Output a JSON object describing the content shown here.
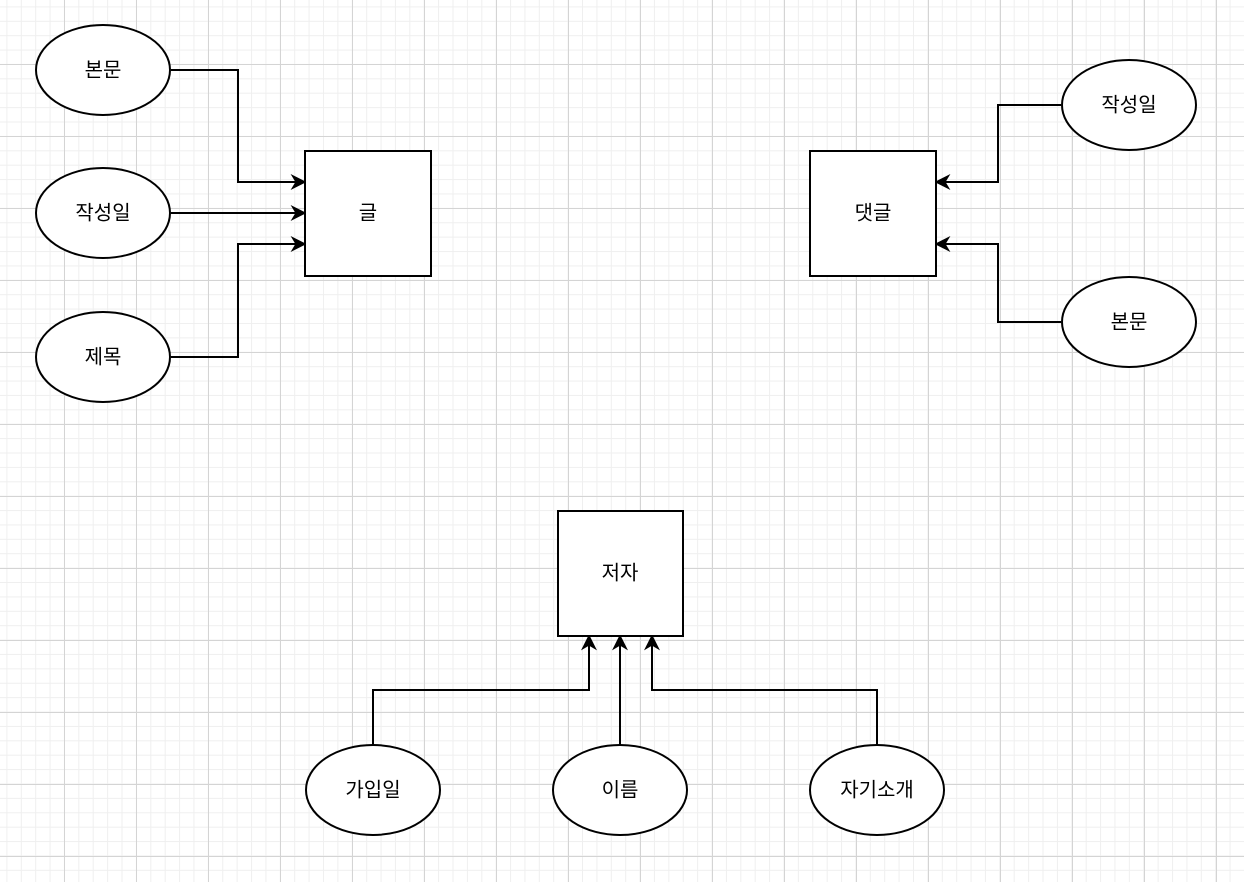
{
  "colors": {
    "stroke": "#000000",
    "fill": "#ffffff",
    "grid": "#d4d4d4"
  },
  "entities": {
    "post": "글",
    "comment": "댓글",
    "author": "저자"
  },
  "attributes": {
    "post_body": "본문",
    "post_created": "작성일",
    "post_title": "제목",
    "comment_created": "작성일",
    "comment_body": "본문",
    "author_joined": "가입일",
    "author_name": "이름",
    "author_bio": "자기소개"
  }
}
